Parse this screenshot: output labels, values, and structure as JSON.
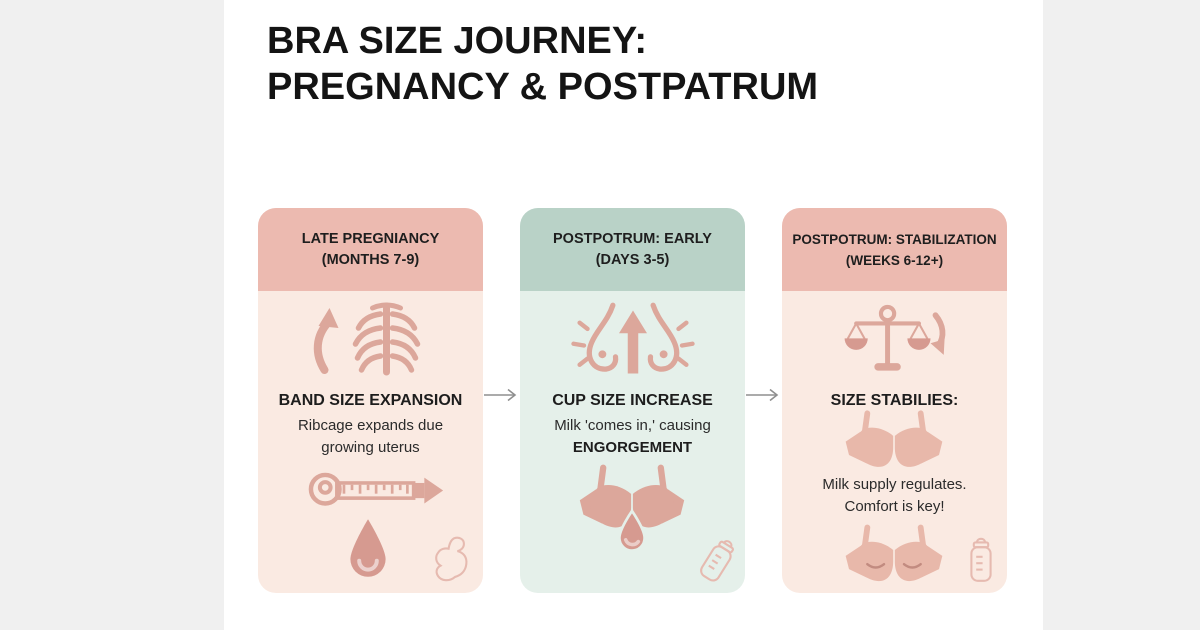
{
  "title": {
    "line1": "BRA SIZE JOURNEY:",
    "line2": "PREGNANCY & POSTPATRUM"
  },
  "colors": {
    "outer_background": "#f0f0f0",
    "panel_background": "#ffffff",
    "pink_header": "#ecbab0",
    "pink_body": "#faeae2",
    "green_header": "#b9d2c7",
    "green_body": "#e5f0ea",
    "icon_rose": "#dca79b",
    "icon_rose_dark": "#d69a90",
    "icon_rose_light": "#e6bab0",
    "text_dark": "#1d1d1d",
    "arrow_gray": "#8f8f8f"
  },
  "cards": [
    {
      "header_line1": "LATE PREGNIANCY",
      "header_line2": "(MONTHS 7-9)",
      "heading": "BAND SIZE EXPANSION",
      "body_line1": "Ribcage expands due",
      "body_line2": "growing uterus",
      "icons": [
        "expand-arrow-ribcage",
        "measuring-tape",
        "milk-drop",
        "pregnant-woman"
      ]
    },
    {
      "header_line1": "POSTPOTRUM: EARLY",
      "header_line2": "(DAYS 3-5)",
      "heading": "CUP SIZE INCREASE",
      "body_line1": "Milk 'comes in,' causing",
      "body_line2": "ENGORGEMENT",
      "icons": [
        "breasts-up-arrow",
        "bra-milk-drop",
        "baby-bottle-tilted"
      ]
    },
    {
      "header_line1": "POSTPOTRUM: STABILIZATION",
      "header_line2": "(WEEKS 6-12+)",
      "heading": "SIZE STABILIES:",
      "body_line1": "Milk supply regulates.",
      "body_line2": "Comfort is key!",
      "icons": [
        "balance-scale-down-arrow",
        "bra",
        "bra-resting",
        "baby-bottle"
      ]
    }
  ],
  "connectors": [
    "arrow-right",
    "arrow-right"
  ]
}
